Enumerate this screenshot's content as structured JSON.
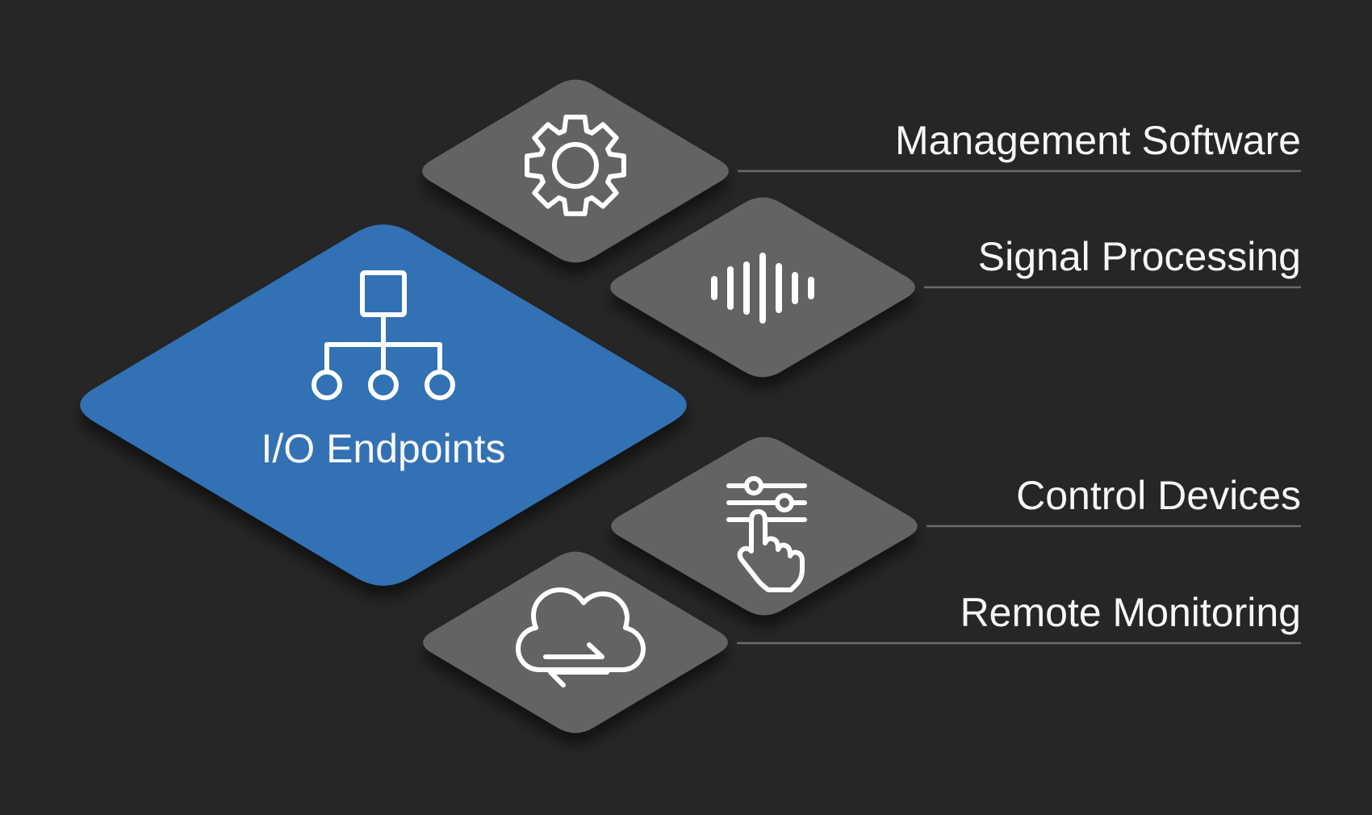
{
  "colors": {
    "background": "#262626",
    "primary": "#3371b4",
    "secondary": "#646464",
    "line": "#6b6b6b",
    "text": "#f7f7f7",
    "icon": "#ffffff"
  },
  "center_node": {
    "label": "I/O Endpoints",
    "icon": "sitemap-icon"
  },
  "branches": [
    {
      "label": "Management Software",
      "icon": "gear-icon"
    },
    {
      "label": "Signal Processing",
      "icon": "waveform-icon"
    },
    {
      "label": "Control Devices",
      "icon": "touch-sliders-icon"
    },
    {
      "label": "Remote Monitoring",
      "icon": "cloud-sync-icon"
    }
  ]
}
